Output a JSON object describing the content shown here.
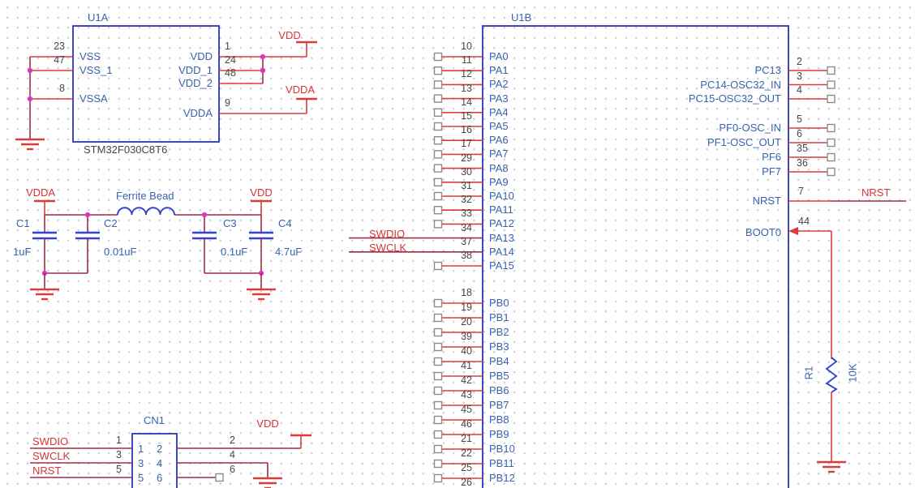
{
  "colors": {
    "outline": "#2936b2",
    "symbol_blue": "#3344cc",
    "wire_net": "#9c2f46",
    "wire_stub": "#dd3a3a",
    "junction": "#d935c5",
    "square_stroke": "#8a8a94"
  },
  "u1a": {
    "designator": "U1A",
    "part": "STM32F030C8T6",
    "left_pins": [
      {
        "num": "23",
        "name": "VSS"
      },
      {
        "num": "47",
        "name": "VSS_1"
      },
      {
        "num": "8",
        "name": "VSSA"
      }
    ],
    "right_pins": [
      {
        "num": "1",
        "name": "VDD"
      },
      {
        "num": "24",
        "name": "VDD_1"
      },
      {
        "num": "48",
        "name": "VDD_2"
      },
      {
        "num": "9",
        "name": "VDDA"
      }
    ]
  },
  "power_ports": {
    "u1a_vdd": "VDD",
    "u1a_vdda": "VDDA",
    "filter_vdda": "VDDA",
    "filter_vdd": "VDD",
    "cn1_vdd": "VDD"
  },
  "filter": {
    "bead_label": "Ferrite Bead",
    "caps": [
      {
        "ref": "C1",
        "value": "1uF"
      },
      {
        "ref": "C2",
        "value": "0.01uF"
      },
      {
        "ref": "C3",
        "value": "0.1uF"
      },
      {
        "ref": "C4",
        "value": "4.7uF"
      }
    ]
  },
  "u1b": {
    "designator": "U1B",
    "pa_pins": [
      {
        "num": "10",
        "name": "PA0"
      },
      {
        "num": "11",
        "name": "PA1"
      },
      {
        "num": "12",
        "name": "PA2"
      },
      {
        "num": "13",
        "name": "PA3"
      },
      {
        "num": "14",
        "name": "PA4"
      },
      {
        "num": "15",
        "name": "PA5"
      },
      {
        "num": "16",
        "name": "PA6"
      },
      {
        "num": "17",
        "name": "PA7"
      },
      {
        "num": "29",
        "name": "PA8"
      },
      {
        "num": "30",
        "name": "PA9"
      },
      {
        "num": "31",
        "name": "PA10"
      },
      {
        "num": "32",
        "name": "PA11"
      },
      {
        "num": "33",
        "name": "PA12"
      },
      {
        "num": "34",
        "name": "PA13"
      },
      {
        "num": "37",
        "name": "PA14"
      },
      {
        "num": "38",
        "name": "PA15"
      }
    ],
    "pb_pins": [
      {
        "num": "18",
        "name": "PB0"
      },
      {
        "num": "19",
        "name": "PB1"
      },
      {
        "num": "20",
        "name": "PB2"
      },
      {
        "num": "39",
        "name": "PB3"
      },
      {
        "num": "40",
        "name": "PB4"
      },
      {
        "num": "41",
        "name": "PB5"
      },
      {
        "num": "42",
        "name": "PB6"
      },
      {
        "num": "43",
        "name": "PB7"
      },
      {
        "num": "45",
        "name": "PB8"
      },
      {
        "num": "46",
        "name": "PB9"
      },
      {
        "num": "21",
        "name": "PB10"
      },
      {
        "num": "22",
        "name": "PB11"
      },
      {
        "num": "25",
        "name": "PB12"
      }
    ],
    "pb_next_pin_number": "26",
    "right_top_pins": [
      {
        "num": "2",
        "name": "PC13"
      },
      {
        "num": "3",
        "name": "PC14-OSC32_IN"
      },
      {
        "num": "4",
        "name": "PC15-OSC32_OUT"
      }
    ],
    "right_mid_pins": [
      {
        "num": "5",
        "name": "PF0-OSC_IN"
      },
      {
        "num": "6",
        "name": "PF1-OSC_OUT"
      },
      {
        "num": "35",
        "name": "PF6"
      },
      {
        "num": "36",
        "name": "PF7"
      }
    ],
    "nrst_pin": {
      "num": "7",
      "name": "NRST"
    },
    "boot0_pin": {
      "num": "44",
      "name": "BOOT0"
    },
    "swdio_label": "SWDIO",
    "swclk_label": "SWCLK",
    "nrst_net_label": "NRST"
  },
  "cn1": {
    "designator": "CN1",
    "net_labels": [
      "SWDIO",
      "SWCLK",
      "NRST"
    ],
    "left_pin_numbers": [
      "1",
      "3",
      "5"
    ],
    "right_pin_numbers": [
      "2",
      "4",
      "6"
    ],
    "inside_numbers": [
      [
        "1",
        "2"
      ],
      [
        "3",
        "4"
      ],
      [
        "5",
        "6"
      ]
    ]
  },
  "r1": {
    "ref": "R1",
    "value": "10K"
  }
}
